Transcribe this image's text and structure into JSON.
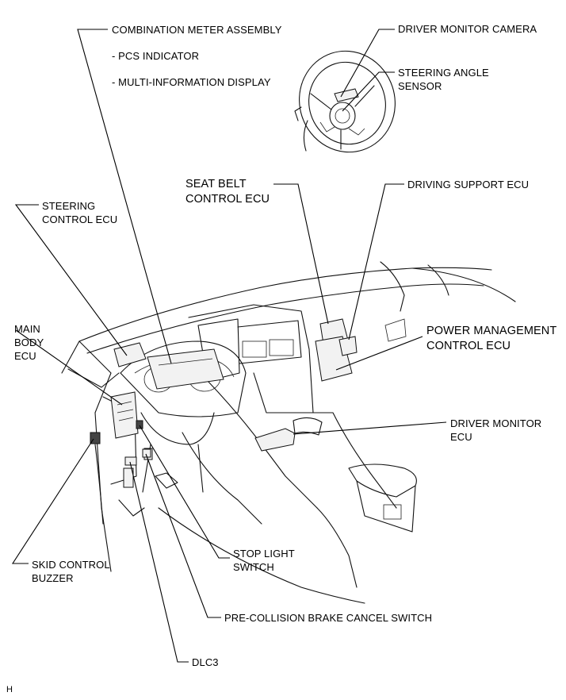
{
  "labels": {
    "combination_meter": "COMBINATION METER ASSEMBLY",
    "pcs_indicator": "- PCS INDICATOR",
    "multi_info_display": "- MULTI-INFORMATION DISPLAY",
    "driver_monitor_camera": "DRIVER MONITOR CAMERA",
    "steering_angle_sensor_1": "STEERING ANGLE",
    "steering_angle_sensor_2": "SENSOR",
    "seat_belt_ecu_1": "SEAT BELT",
    "seat_belt_ecu_2": "CONTROL ECU",
    "driving_support_ecu": "DRIVING SUPPORT ECU",
    "steering_control_ecu_1": "STEERING",
    "steering_control_ecu_2": "CONTROL ECU",
    "main_body_ecu_1": "MAIN",
    "main_body_ecu_2": "BODY",
    "main_body_ecu_3": "ECU",
    "power_mgmt_ecu_1": "POWER MANAGEMENT",
    "power_mgmt_ecu_2": "CONTROL ECU",
    "driver_monitor_ecu_1": "DRIVER MONITOR",
    "driver_monitor_ecu_2": "ECU",
    "skid_buzzer_1": "SKID CONTROL",
    "skid_buzzer_2": "BUZZER",
    "stop_light_switch_1": "STOP LIGHT",
    "stop_light_switch_2": "SWITCH",
    "pcs_cancel_switch": "PRE-COLLISION BRAKE CANCEL SWITCH",
    "dlc3": "DLC3",
    "figure_code": "H"
  }
}
